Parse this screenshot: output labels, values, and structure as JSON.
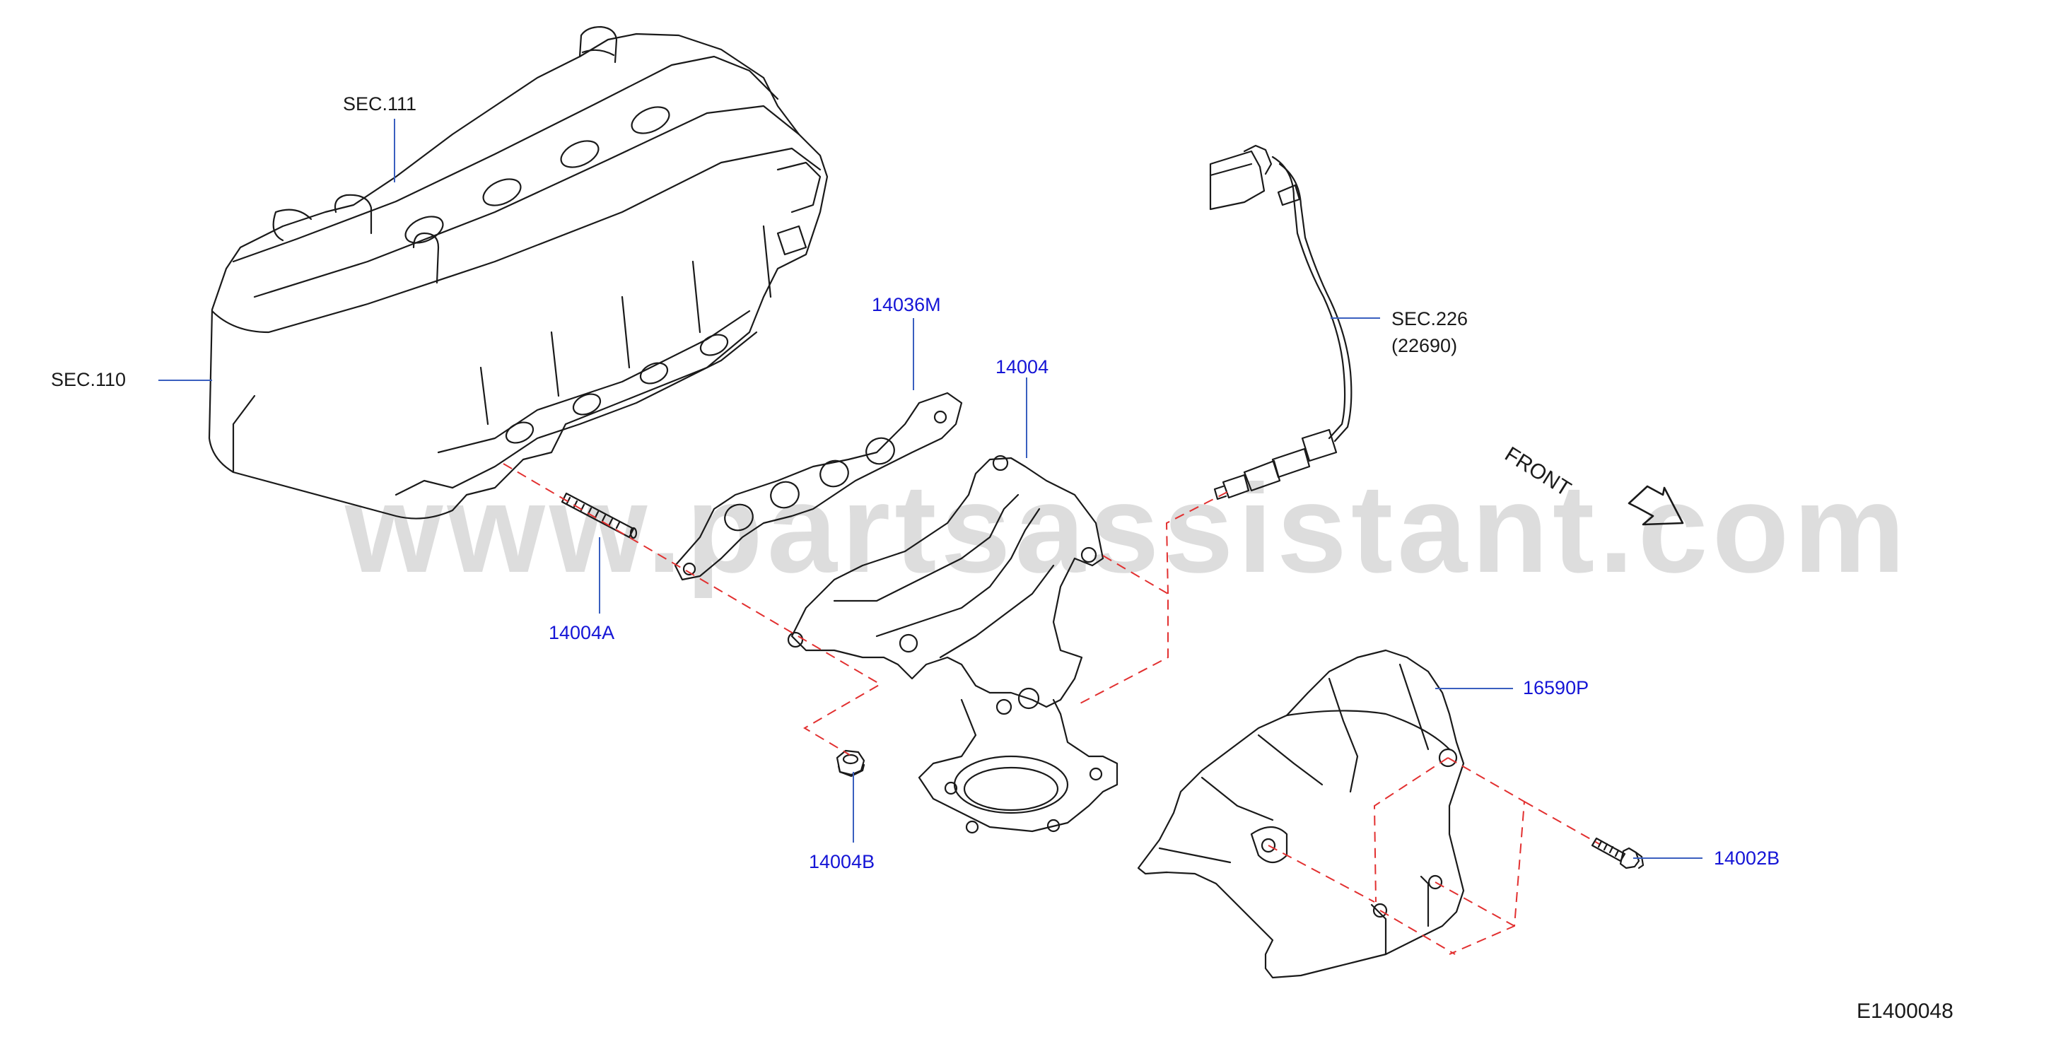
{
  "diagram": {
    "watermark": "www.partsassistant.com",
    "diagram_code": "E1400048",
    "direction_label": "FRONT",
    "labels": {
      "sec111": "SEC.111",
      "sec110": "SEC.110",
      "sec226": "SEC.226",
      "sec226_sub": "(22690)",
      "gasket": "14036M",
      "manifold": "14004",
      "stud": "14004A",
      "nut": "14004B",
      "heat_insulator": "16590P",
      "bolt": "14002B"
    },
    "colors": {
      "part_number_text": "#1515d6",
      "leader_line": "#3a5fbf",
      "assembly_dash_line": "#e23030",
      "line_art": "#1a1a1a"
    }
  }
}
